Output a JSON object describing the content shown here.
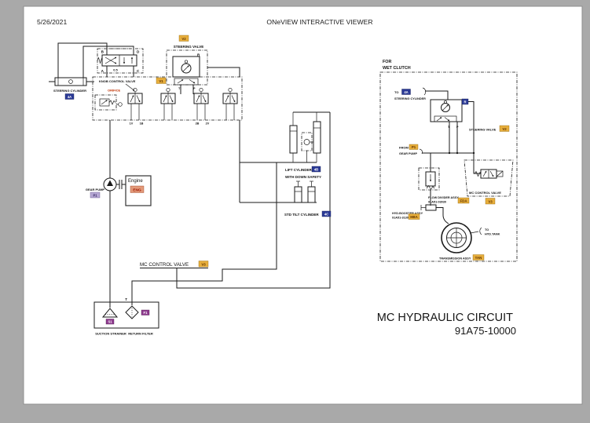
{
  "header": {
    "date": "5/26/2021",
    "title": "ONeVIEW INTERACTIVE VIEWER"
  },
  "left": {
    "steering_cylinder": {
      "label": "STEERING CYLINDER",
      "badge": "4A"
    },
    "knob_valve": {
      "label": "KNOB CONTROL VALVE",
      "badge": "V1",
      "orifice": "ORIFICE",
      "value": "0.5",
      "port_b": "B",
      "port_d": "D",
      "port_a": "A",
      "port_c": "C"
    },
    "steering_valve": {
      "label": "STEERING VALVE",
      "badge": "V2",
      "port_r": "R",
      "port_t": "T",
      "port_p": "P"
    },
    "block_ports": {
      "p1": "1V",
      "p2": "1B",
      "p3": "2B",
      "p4": "2V"
    },
    "gear_pump": {
      "label": "GEAR PUMP",
      "badge": "P1"
    },
    "engine": {
      "label": "Engine",
      "badge": "ENG"
    },
    "mc_control_valve": {
      "label": "MC CONTROL VALVE",
      "badge": "V3"
    },
    "tank": {
      "port_t": "T",
      "strainer_label": "SUCTION STRAINER",
      "strainer_badge": "S1",
      "filter_label": "RETURN FILTER",
      "filter_badge": "F1"
    },
    "lift_cylinder": {
      "line1": "LIFT CYLINDER",
      "line2": "WITH DOWN SAFETY",
      "badge": "4B"
    },
    "tilt_cylinder": {
      "label": "STD TILT CYLINDER",
      "badge": "4C"
    }
  },
  "wet_clutch": {
    "title1": "FOR",
    "title2": "WET CLUTCH",
    "to_cyl": {
      "to": "TO",
      "badge": "4A",
      "label": "STEERING CYLINDER"
    },
    "valve": {
      "port_r": "R",
      "port_t": "T",
      "port_p": "P",
      "label": "STEERING VALVE",
      "badge": "V2"
    },
    "from_pump": {
      "from": "FROM",
      "badge": "P1",
      "label": "GEAR PUMP"
    },
    "mc_valve": {
      "label": "MC CONTROL VALVE",
      "badge": "V3"
    },
    "flow_divider": {
      "label": "FLOW DIVIDER ASSY",
      "part": "91A51-03030",
      "badge": "FDA"
    },
    "booster": {
      "label": "HYD.BOOSTER ASSY",
      "part": "91A51-31300",
      "badge": "HBA"
    },
    "transmission": {
      "label": "TRANSMISSION ASSY",
      "badge": "TAN"
    },
    "to_tank": {
      "line1": "TO",
      "line2": "HYD.TANK"
    }
  },
  "title_block": {
    "title": "MC HYDRAULIC CIRCUIT",
    "part_number": "91A75-10000"
  },
  "colors": {
    "badge_orange": "#E7AE3C",
    "badge_navy": "#2B3A96",
    "badge_purple": "#8E3A8E",
    "badge_lavender": "#B6A8D4",
    "badge_engine": "#E39A7A",
    "orifice_red": "#C03000",
    "line": "#1A1A1A",
    "page_frame": "#A9A9A9"
  }
}
